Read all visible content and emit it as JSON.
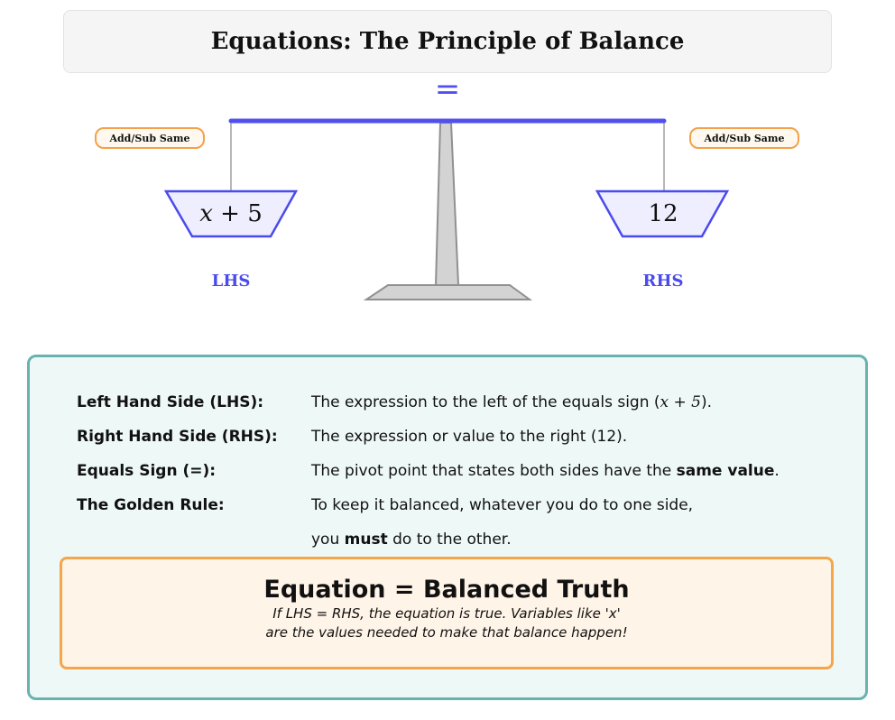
{
  "title": "Equations:  The Principle of Balance",
  "equals_symbol": "=",
  "left_button": "Add/Sub Same",
  "right_button": "Add/Sub Same",
  "left_pan": {
    "expr_var": "x",
    "expr_rest": " + 5"
  },
  "right_pan": {
    "value": "12"
  },
  "left_label": "LHS",
  "right_label": "RHS",
  "definitions": [
    {
      "term": "Left Hand Side (LHS):",
      "desc_before": "The expression to the left of the equals sign (",
      "desc_math": "x + 5",
      "desc_after": ")."
    },
    {
      "term": "Right Hand Side (RHS):",
      "desc": "The expression or value to the right (12)."
    },
    {
      "term": "Equals Sign (=):",
      "desc_before": "The pivot point that states both sides have the ",
      "desc_bold": "same value",
      "desc_after": "."
    },
    {
      "term": "The Golden Rule:",
      "desc": "To keep it balanced, whatever you do to one side,"
    },
    {
      "desc_before": "you ",
      "desc_bold": "must",
      "desc_after": " do to the other."
    }
  ],
  "truth": {
    "title": "Equation = Balanced Truth",
    "line1": "If LHS = RHS, the equation is true.  Variables like 'x'",
    "line2": "are the values needed to make that balance happen!"
  },
  "colors": {
    "beam": "#5050ee",
    "pan_border": "#4a4aee",
    "pan_fill": "#eeeeff",
    "stand": "#d3d3d3",
    "info_border": "#68b3b0",
    "truth_border": "#f5a64a",
    "pill_border": "#f3a14a"
  }
}
